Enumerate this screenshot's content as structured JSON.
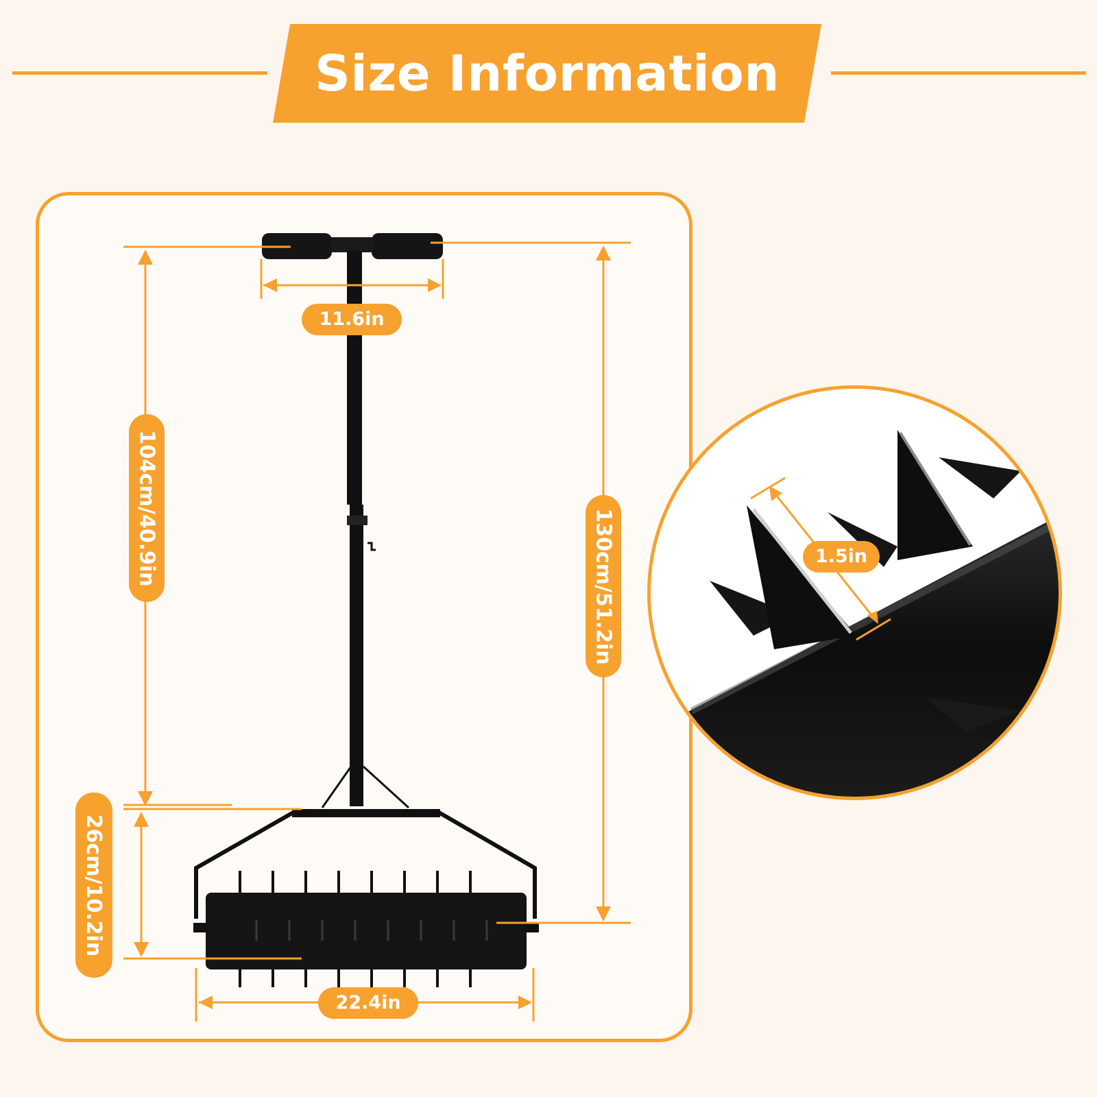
{
  "title": "Size Information",
  "dimensions": {
    "handle_width": "11.6in",
    "handle_to_bracket_height": "104cm/40.9in",
    "total_height": "130cm/51.2in",
    "roller_height": "26cm/10.2in",
    "roller_width": "22.4in",
    "spike_length": "1.5in"
  },
  "colors": {
    "accent": "#f7a12f",
    "background": "#fdf6ee",
    "product": "#111111"
  }
}
